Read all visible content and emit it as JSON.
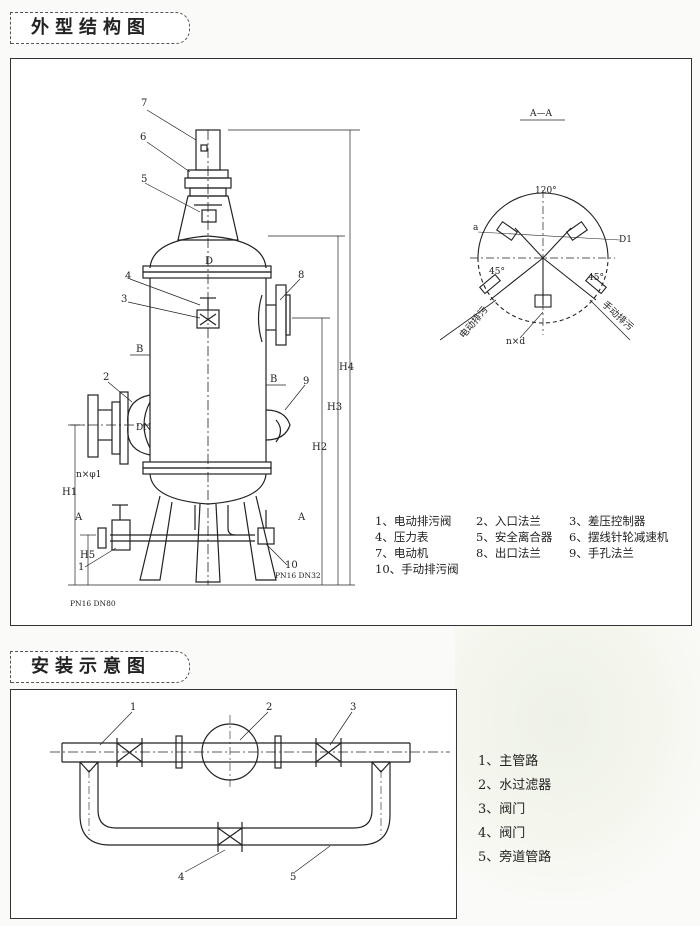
{
  "section1_title": "外型结构图",
  "section2_title": "安装示意图",
  "diagram1": {
    "callouts": [
      "1",
      "2",
      "3",
      "4",
      "5",
      "6",
      "7",
      "8",
      "9",
      "10"
    ],
    "dimension_labels": {
      "D": "D",
      "DN": "DN",
      "B_top": "B",
      "B_right": "B",
      "H1": "H1",
      "H2": "H2",
      "H3": "H3",
      "H4": "H4",
      "H5": "H5",
      "n_phi1": "n×φ1",
      "A_left": "A",
      "A_right": "A",
      "inlet_spec": "PN16 DN80",
      "outlet_spec": "PN16 DN32"
    },
    "section_view": {
      "title": "A—A",
      "angle_top": "120°",
      "angle_left": "45°",
      "angle_right": "45°",
      "d1": "D1",
      "a": "a",
      "nd": "n×d",
      "left_outlet": "电动排污",
      "right_outlet": "手动排污"
    },
    "legend": [
      "1、电动排污阀",
      "2、入口法兰",
      "3、差压控制器",
      "4、压力表",
      "5、安全离合器",
      "6、摆线针轮减速机",
      "7、电动机",
      "8、出口法兰",
      "9、手孔法兰",
      "10、手动排污阀"
    ]
  },
  "diagram2": {
    "callouts": [
      "1",
      "2",
      "3",
      "4",
      "5"
    ],
    "legend": [
      "1、主管路",
      "2、水过滤器",
      "3、阀门",
      "4、阀门",
      "5、旁道管路"
    ]
  }
}
